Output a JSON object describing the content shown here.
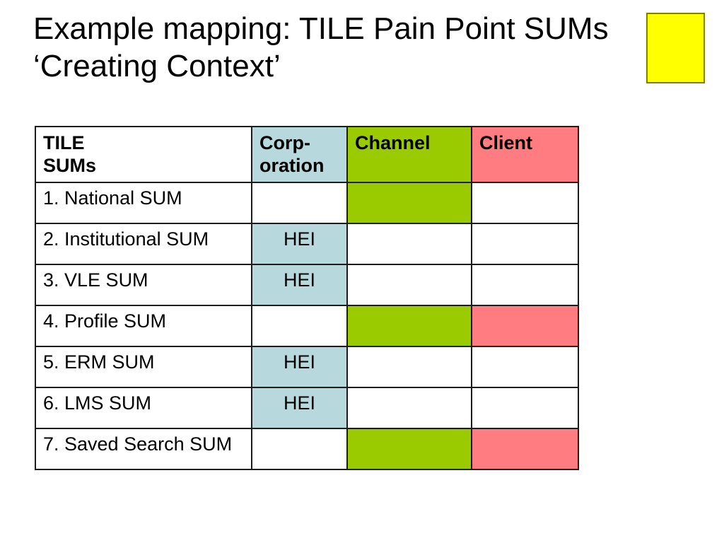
{
  "slide": {
    "title_line1": "Example mapping: TILE Pain Point SUMs",
    "title_line2": "‘Creating Context’",
    "highlight_color": "#ffff00"
  },
  "colors": {
    "corporation_fill": "#b7d9dd",
    "channel_fill": "#99cb00",
    "client_fill": "#ff7c81",
    "table_border": "#1c1c1c",
    "highlight": "#ffff00",
    "highlight_border": "#7e7e00"
  },
  "table": {
    "header": {
      "tile_sums": {
        "text": "TILE\nSUMs",
        "bg": ""
      },
      "corporation": {
        "text": "Corp-\noration",
        "bg": "#b7d9dd"
      },
      "channel": {
        "text": "Channel",
        "bg": "#99cb00"
      },
      "client": {
        "text": "Client",
        "bg": "#ff7c81"
      }
    },
    "rows": [
      {
        "label": "1. National SUM",
        "corporation": {
          "text": "",
          "bg": ""
        },
        "channel": {
          "text": "",
          "bg": "#99cb00"
        },
        "client": {
          "text": "",
          "bg": ""
        }
      },
      {
        "label": "2. Institutional SUM",
        "corporation": {
          "text": "HEI",
          "bg": "#b7d9dd"
        },
        "channel": {
          "text": "",
          "bg": ""
        },
        "client": {
          "text": "",
          "bg": ""
        }
      },
      {
        "label": "3. VLE SUM",
        "corporation": {
          "text": "HEI",
          "bg": "#b7d9dd"
        },
        "channel": {
          "text": "",
          "bg": ""
        },
        "client": {
          "text": "",
          "bg": ""
        }
      },
      {
        "label": "4. Profile SUM",
        "corporation": {
          "text": "",
          "bg": ""
        },
        "channel": {
          "text": "",
          "bg": "#99cb00"
        },
        "client": {
          "text": "",
          "bg": "#ff7c81"
        }
      },
      {
        "label": "5. ERM SUM",
        "corporation": {
          "text": "HEI",
          "bg": "#b7d9dd"
        },
        "channel": {
          "text": "",
          "bg": ""
        },
        "client": {
          "text": "",
          "bg": ""
        }
      },
      {
        "label": "6. LMS SUM",
        "corporation": {
          "text": "HEI",
          "bg": "#b7d9dd"
        },
        "channel": {
          "text": "",
          "bg": ""
        },
        "client": {
          "text": "",
          "bg": ""
        }
      },
      {
        "label": "7. Saved Search SUM",
        "corporation": {
          "text": "",
          "bg": ""
        },
        "channel": {
          "text": "",
          "bg": "#99cb00"
        },
        "client": {
          "text": "",
          "bg": "#ff7c81"
        }
      }
    ]
  }
}
